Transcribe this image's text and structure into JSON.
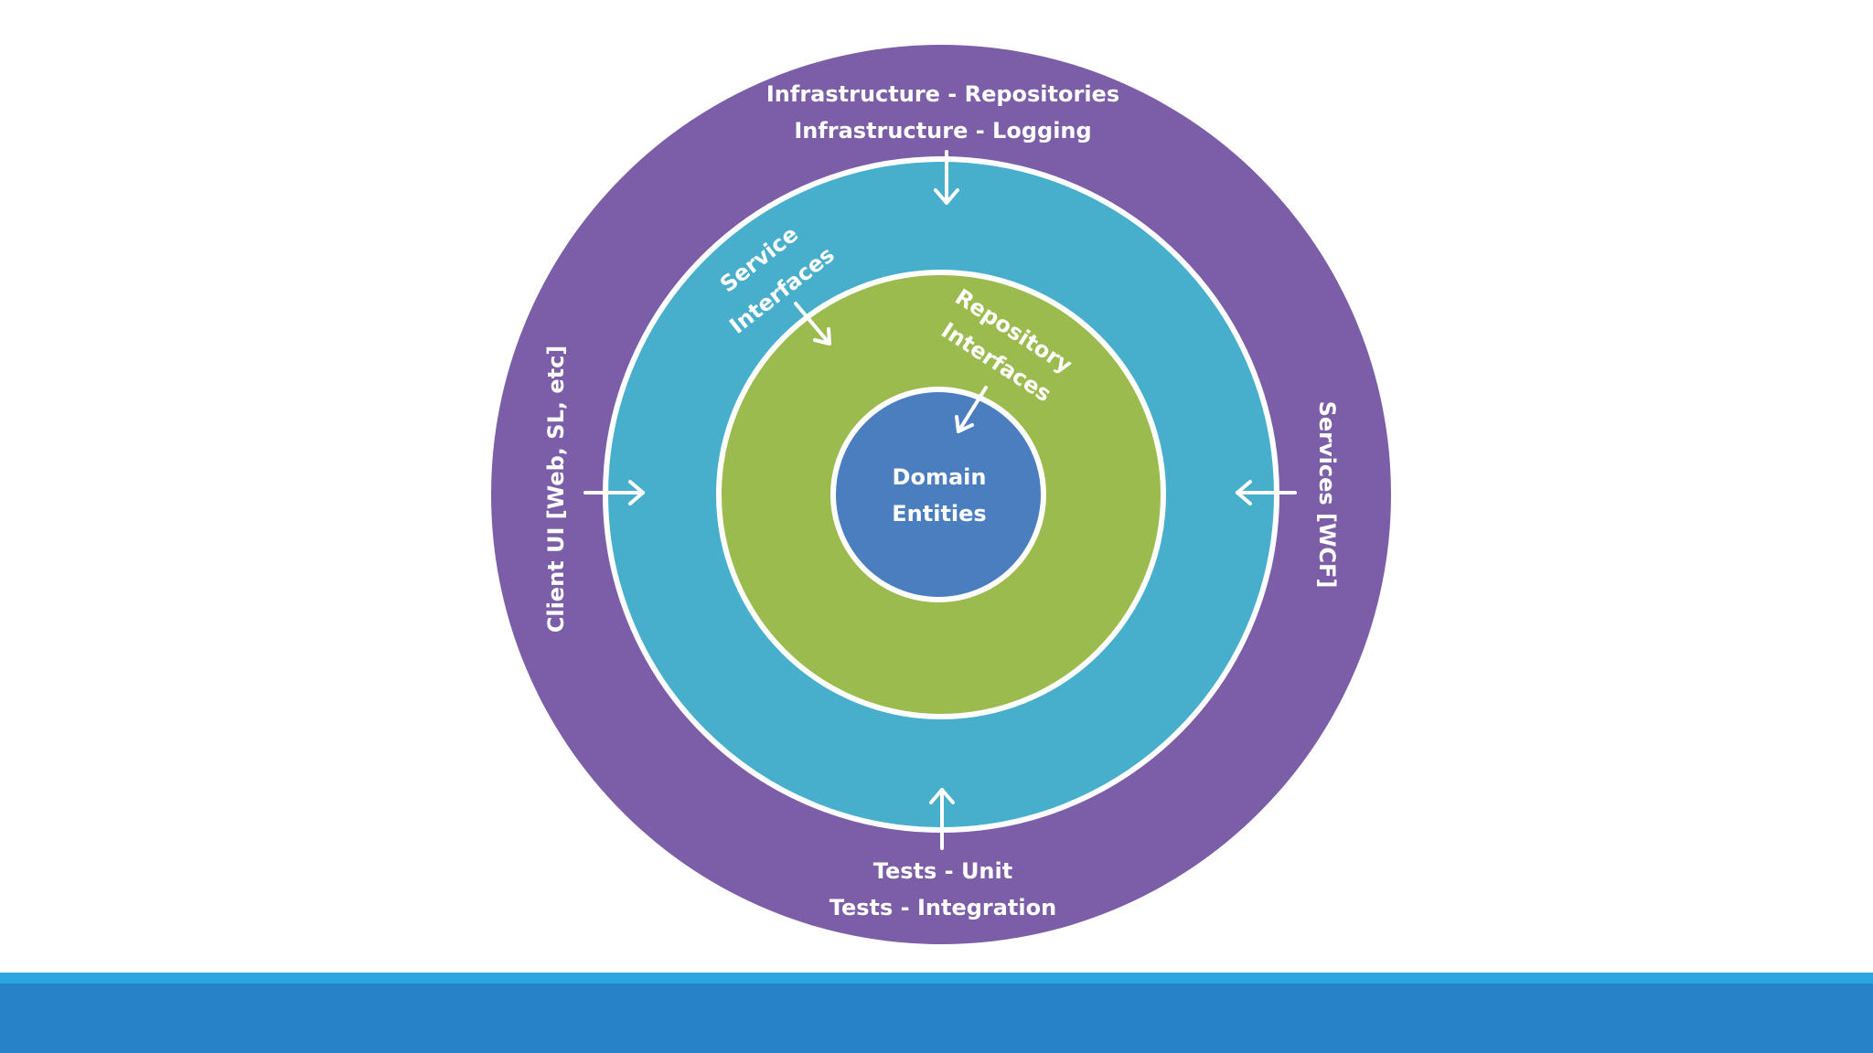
{
  "diagram": {
    "labels": {
      "infra_repositories": "Infrastructure - Repositories",
      "infra_logging": "Infrastructure - Logging",
      "service_interfaces_line1": "Service",
      "service_interfaces_line2": "Interfaces",
      "repository_interfaces_line1": "Repository",
      "repository_interfaces_line2": "Interfaces",
      "domain_line1": "Domain",
      "domain_line2": "Entities",
      "client_ui": "Client UI [Web, SL, etc]",
      "services_wcf": "Services [WCF]",
      "tests_unit": "Tests - Unit",
      "tests_integration": "Tests - Integration"
    },
    "colors": {
      "outer_ring": "#7b5ea7",
      "middle_ring": "#47aecb",
      "inner_ring": "#9bbb4f",
      "core": "#4a7ebf",
      "footer_accent": "#2ba6e0",
      "footer_bar": "#2782c8"
    }
  }
}
